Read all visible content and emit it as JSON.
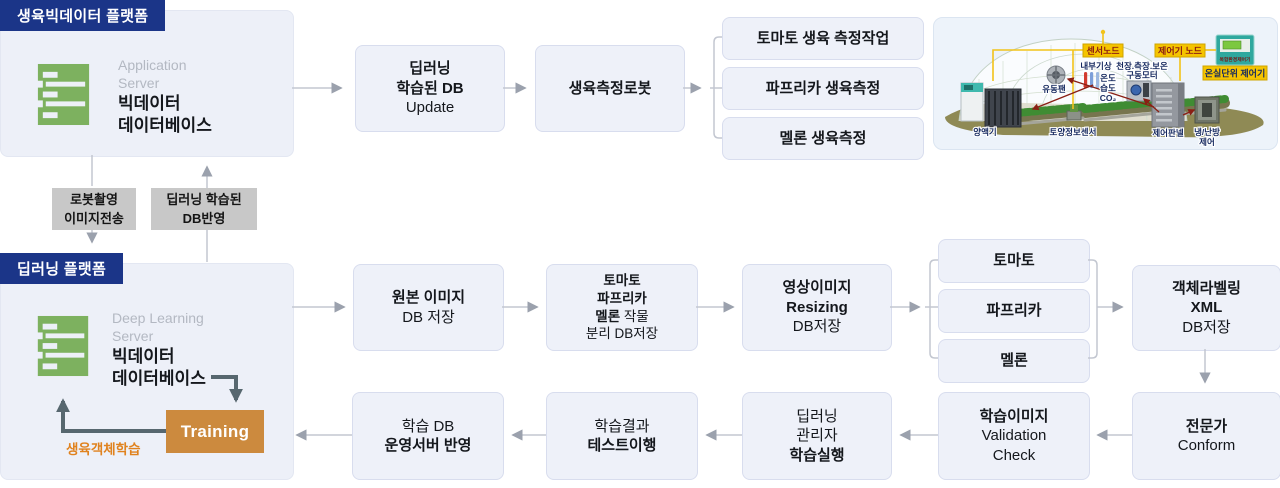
{
  "bigdata_platform": {
    "header": "생육빅데이터 플랫폼",
    "server_caption_l1": "Application",
    "server_caption_l2": "Server",
    "server_title_l1": "빅데이터",
    "server_title_l2": "데이터베이스"
  },
  "top_flow": {
    "db_update_l1": "딥러닝",
    "db_update_l2": "학습된 DB",
    "db_update_l3": "Update",
    "robot": "생육측정로봇",
    "tasks": [
      "토마토 생육 측정작업",
      "파프리카 생육측정",
      "멜론 생육측정"
    ]
  },
  "transfer": {
    "robot_img_l1": "로봇촬영",
    "robot_img_l2": "이미지전송",
    "db_reflect_l1": "딥러닝 학습된",
    "db_reflect_l2": "DB반영"
  },
  "dl_platform": {
    "header": "딥러닝 플랫폼",
    "server_caption_l1": "Deep Learning",
    "server_caption_l2": "Server",
    "server_title_l1": "빅데이터",
    "server_title_l2": "데이터베이스",
    "training": "Training",
    "training_note": "생육객체학습"
  },
  "mid_flow": {
    "m1_l1": "원본 이미지",
    "m1_l2": "DB 저장",
    "m2_l1": "토마토",
    "m2_l2": "파프리카",
    "m2_l3a": "멜론",
    "m2_l3b": " 작물",
    "m2_l4": "분리 DB저장",
    "m3_l1": "영상이미지",
    "m3_l2": "Resizing",
    "m3_l3": "DB저장",
    "crops": [
      "토마토",
      "파프리카",
      "멜론"
    ],
    "m4_l1": "객체라벨링",
    "m4_l2": "XML",
    "m4_l3": "DB저장"
  },
  "bottom_flow": {
    "expert_l1": "전문가",
    "expert_l2": "Conform",
    "valid_l1": "학습이미지",
    "valid_l2": "Validation",
    "valid_l3": "Check",
    "run_l1": "딥러닝",
    "run_l2": "관리자",
    "run_l3": "학습실행",
    "test_l1": "학습결과",
    "test_l2": "테스트이행",
    "deploy_l1": "학습 DB",
    "deploy_l2": "운영서버 반영"
  },
  "greenhouse": {
    "sensor_node": "센서노드",
    "controller_node": "제어기 노드",
    "unit_controller": "온실단위 제어기",
    "device_label": "복합환경제어기",
    "indoor_weather": "내부기상",
    "motor_l1": "천장.측장.보온",
    "motor_l2": "구동모터",
    "fan": "유동팬",
    "temp": "온도",
    "humidity": "습도",
    "co2": "CO₂",
    "nutrient": "양액기",
    "soil_sensor": "토양정보센서",
    "control_panel": "제어판넬",
    "hvac_l1": "냉/난방",
    "hvac_l2": "제어"
  },
  "colors": {
    "navy": "#1b3588",
    "box_fill": "#eef1f9",
    "training_orange": "#cc8a3e",
    "note_orange": "#e0821e",
    "server_green": "#7db15f",
    "label_yellow": "#f5c400",
    "line_gray": "#c3c7d1",
    "dark_slate": "#57676f"
  }
}
